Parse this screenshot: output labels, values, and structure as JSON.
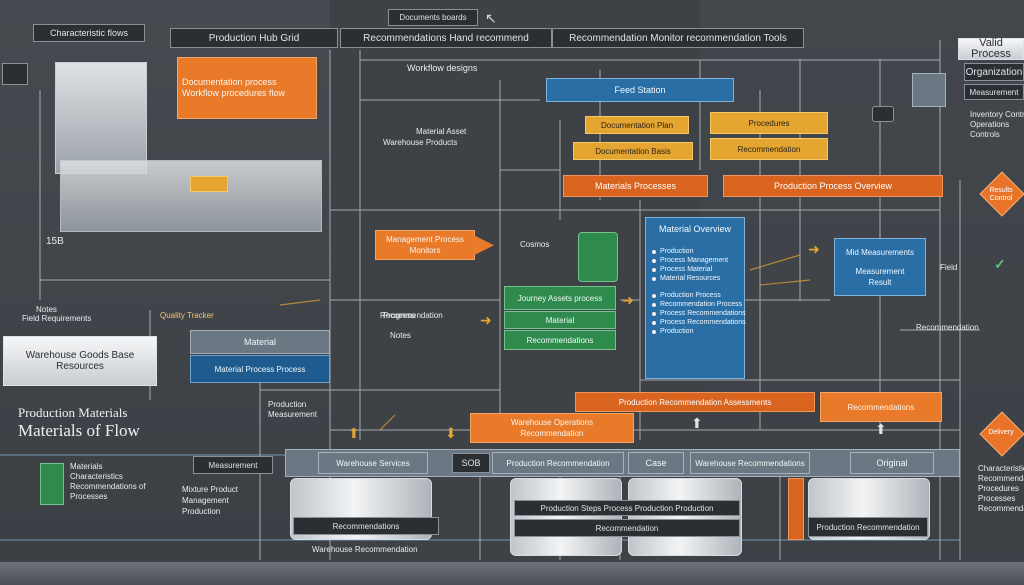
{
  "header": {
    "top_center": "Documents boards",
    "title_left": "Characteristic flows",
    "nav_1": "Production Hub Grid",
    "nav_2": "Recommendations Hand recommend",
    "nav_3": "Recommendation Monitor recommendation Tools",
    "right_title": "Valid Process",
    "right_sub_1": "Organization",
    "right_sub_2": "Measurement"
  },
  "left": {
    "orange_note": "Documentation process Workflow procedures flow",
    "label_15": "15B",
    "warehouse_top": "Notes",
    "warehouse_sub": "Field Requirements",
    "warehouse_box_1": "Warehouse Goods Base",
    "warehouse_box_2": "Resources",
    "title_line_1": "Production Materials",
    "title_line_2": "Materials of Flow",
    "green_label_1": "Materials",
    "green_label_2": "Characteristics",
    "green_label_3": "Recommendations of",
    "green_label_4": "Processes",
    "side_list": [
      "Mixture Product",
      "Management",
      "Production"
    ]
  },
  "center": {
    "tag_workflow": "Workflow designs",
    "product_label_1": "Material Asset",
    "product_label_2": "Warehouse Products",
    "orange_arrow": "Management Process",
    "orange_arrow_sub": "Monitors",
    "small_label": "Cosmos",
    "material_task": "Material",
    "material_sub": "Material Process Process",
    "quality_label": "Quality Tracker",
    "quality_sub": "Recommendation",
    "blue_top": "Feed Station",
    "gold_1": "Documentation Plan",
    "gold_2": "Documentation Basis",
    "gold_3": "Procedures",
    "gold_4": "Recommendation",
    "orange_bar_1": "Materials Processes",
    "orange_bar_2": "Production Process Overview",
    "journey_label": "Journey Assets process",
    "journey_sub": "Material",
    "journey_sub_2": "Recommendations",
    "progress_label": "Progress",
    "notes_label": "Notes",
    "blue_panel_title": "Material Overview",
    "blue_panel_items": [
      "Production",
      "Process Management",
      "Process Material",
      "Material Resources",
      "Production Process",
      "Recommendation Process",
      "Process Recommendations",
      "Process Recommendations",
      "Production"
    ],
    "right_blue_title": "Mid Measurements",
    "right_blue_sub_1": "Measurement",
    "right_blue_sub_2": "Result",
    "field_label": "Field",
    "note_callout": "Recommendation",
    "bottom_orange_left": "Warehouse Operations",
    "bottom_orange_left_sub": "Recommendation",
    "bottom_orange_mid": "Production Recommendation Assessments",
    "bottom_orange_right": "Recommendations",
    "process_list_label": "Production",
    "process_list_sub": "Measurement"
  },
  "steel_bar": {
    "cell_1": "Measurement",
    "cell_2": "Warehouse Services",
    "cell_3": "SOB",
    "cell_4": "Production Recommendation",
    "cell_5": "Case",
    "cell_6": "Warehouse Recommendations",
    "cell_7": "Original"
  },
  "bottom": {
    "label_a": "Recommendations",
    "label_b": "Production Steps Process Production Production",
    "label_c": "Recommendation",
    "label_d": "Production Recommendation",
    "label_e": "Warehouse Recommendation",
    "right_list": [
      "Characteristics",
      "Recommendations",
      "Procedures",
      "Processes",
      "Recommendations"
    ],
    "left_list": [
      "Inventory Control",
      "Operations",
      "Controls"
    ]
  },
  "diamonds": {
    "d1": "Results Control",
    "d2": "Delivery"
  },
  "colors": {
    "background": "#3e4247",
    "orange": "#e87a2a",
    "gold": "#e5a531",
    "blue": "#2a6ea6",
    "green": "#2f8a4e",
    "steel": "#6b7884"
  }
}
